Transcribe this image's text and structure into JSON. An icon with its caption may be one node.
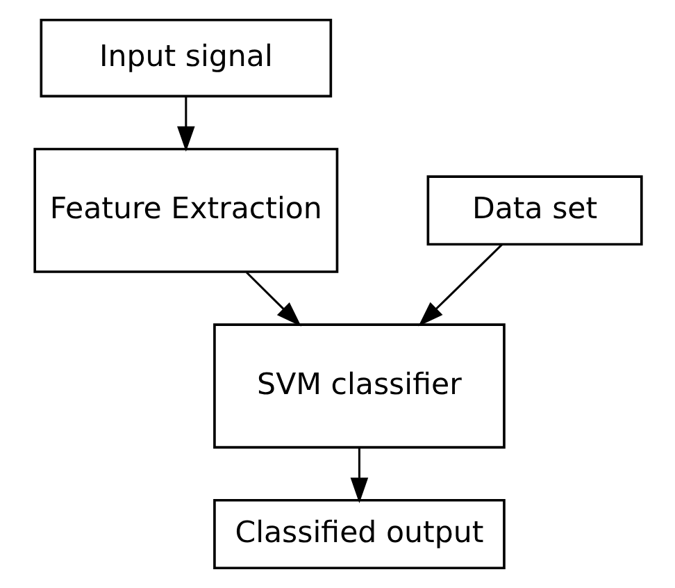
{
  "diagram": {
    "nodes": [
      {
        "text": [
          "Input signal"
        ]
      },
      {
        "text": [
          "Feature Extraction"
        ]
      },
      {
        "text": [
          "Data set"
        ]
      },
      {
        "text": [
          "SVM classifier"
        ]
      },
      {
        "text": [
          "Classified output"
        ]
      }
    ],
    "edges": [
      {
        "from": 0,
        "to": 1,
        "arrow": "to"
      },
      {
        "from": 1,
        "to": 3,
        "arrow": "to"
      },
      {
        "from": 2,
        "to": 3,
        "arrow": "to"
      },
      {
        "from": 3,
        "to": 4,
        "arrow": "to"
      }
    ]
  }
}
